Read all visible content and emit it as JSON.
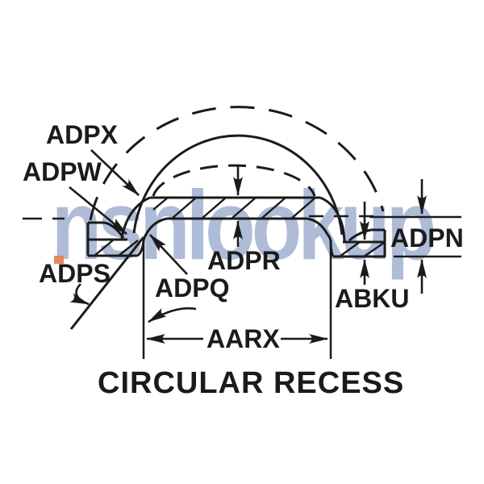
{
  "diagram": {
    "title": "CIRCULAR RECESS",
    "labels": {
      "adpx": "ADPX",
      "adpw": "ADPW",
      "adps": "ADPS",
      "adpq": "ADPQ",
      "adpr": "ADPR",
      "aarx": "AARX",
      "abku": "ABKU",
      "adpn": "ADPN"
    }
  },
  "watermark": {
    "text": "nsnlookup",
    "color": "#aebcd8",
    "dot_color": "#e8875f"
  },
  "colors": {
    "background": "#ffffff",
    "line": "#1b1b1b"
  }
}
